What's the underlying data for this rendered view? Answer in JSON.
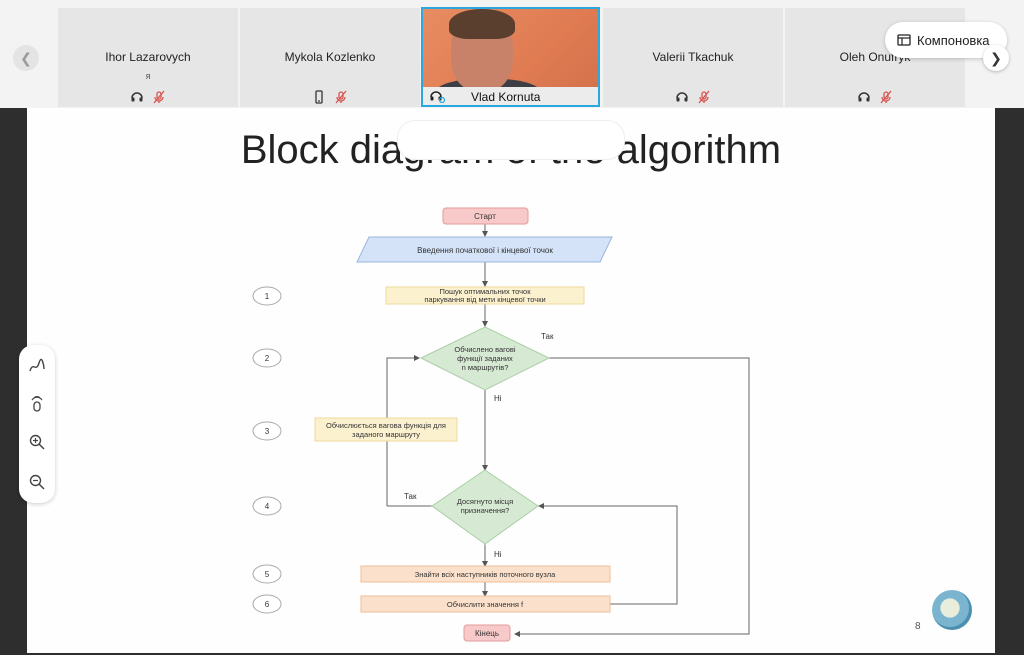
{
  "participants": [
    {
      "name": "Ihor Lazarovych",
      "sub": "я",
      "device": "headset-icon"
    },
    {
      "name": "Mykola Kozlenko",
      "sub": "",
      "device": "phone-icon"
    },
    {
      "name": "Vlad Kornuta",
      "sub": "",
      "device": "headset-icon",
      "video": true
    },
    {
      "name": "Valerii Tkachuk",
      "sub": "",
      "device": "headset-icon"
    },
    {
      "name": "Oleh Onufryk",
      "sub": "",
      "device": "headset-icon"
    }
  ],
  "layout_button": {
    "label": "Компоновка",
    "icon": "layout-icon"
  },
  "slide": {
    "title": "Block diagram of the algorithm",
    "page_number": "8",
    "flow": {
      "start": "Старт",
      "input": "Введення початкової і кінцевої точок",
      "step1_line1": "Пошук оптимальних точок",
      "step1_line2": "паркування від мети кінцевої точки",
      "decision1_line1": "Обчислено вагові",
      "decision1_line2": "функції заданих",
      "decision1_line3": "n маршрутів?",
      "yes_label_1": "Так",
      "no_label_1": "Ні",
      "step3_line1": "Обчислюється вагова функція для",
      "step3_line2": "заданого маршруту",
      "decision2_line1": "Досягнуто місця",
      "decision2_line2": "призначення?",
      "yes_label_2": "Так",
      "no_label_2": "Ні",
      "step5": "Знайти всіх наступників поточного вузла",
      "step6": "Обчислити значення f",
      "end": "Кінець",
      "numbers": [
        "1",
        "2",
        "3",
        "4",
        "5",
        "6"
      ]
    }
  },
  "colors": {
    "accent": "#29a9e0",
    "muted_red": "#d9534f"
  }
}
